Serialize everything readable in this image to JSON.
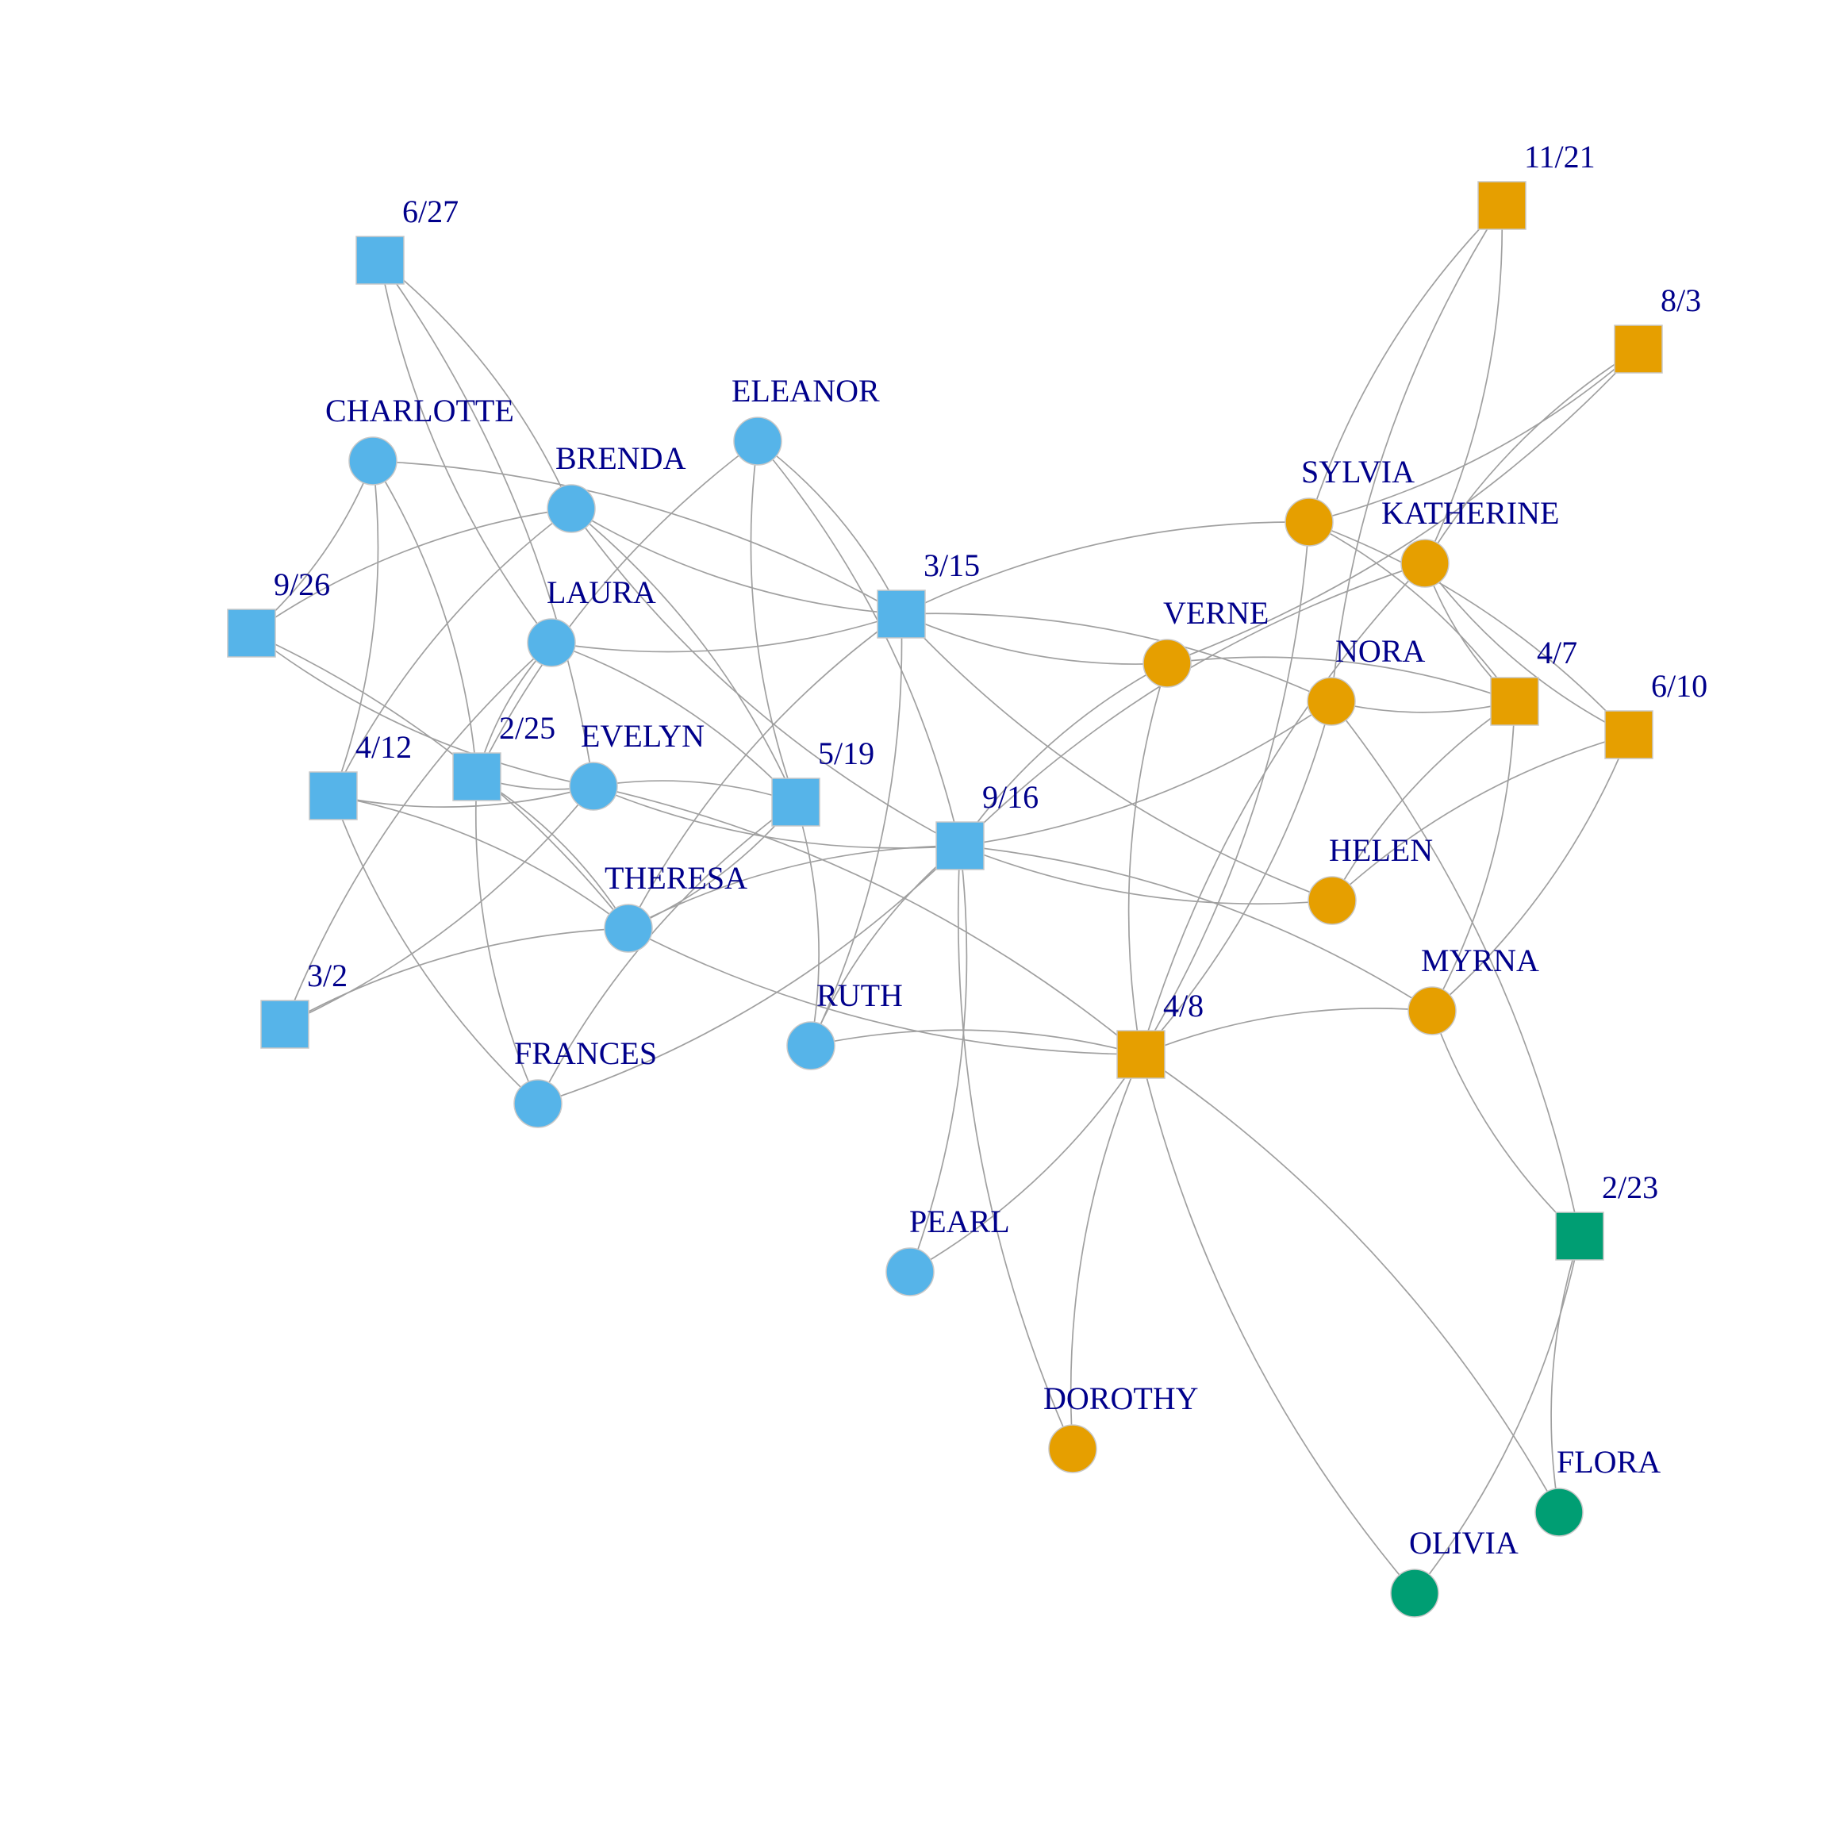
{
  "colors": {
    "blue": "#56B4E9",
    "orange": "#E69F00",
    "green": "#009E73",
    "edge": "#A0A0A0",
    "label": "#00008B"
  },
  "women": [
    {
      "id": "CHARLOTTE",
      "label": "CHARLOTTE",
      "group": "blue"
    },
    {
      "id": "BRENDA",
      "label": "BRENDA",
      "group": "blue"
    },
    {
      "id": "ELEANOR",
      "label": "ELEANOR",
      "group": "blue"
    },
    {
      "id": "LAURA",
      "label": "LAURA",
      "group": "blue"
    },
    {
      "id": "EVELYN",
      "label": "EVELYN",
      "group": "blue"
    },
    {
      "id": "THERESA",
      "label": "THERESA",
      "group": "blue"
    },
    {
      "id": "FRANCES",
      "label": "FRANCES",
      "group": "blue"
    },
    {
      "id": "RUTH",
      "label": "RUTH",
      "group": "blue"
    },
    {
      "id": "PEARL",
      "label": "PEARL",
      "group": "blue"
    },
    {
      "id": "SYLVIA",
      "label": "SYLVIA",
      "group": "orange"
    },
    {
      "id": "KATHERINE",
      "label": "KATHERINE",
      "group": "orange"
    },
    {
      "id": "VERNE",
      "label": "VERNE",
      "group": "orange"
    },
    {
      "id": "NORA",
      "label": "NORA",
      "group": "orange"
    },
    {
      "id": "HELEN",
      "label": "HELEN",
      "group": "orange"
    },
    {
      "id": "MYRNA",
      "label": "MYRNA",
      "group": "orange"
    },
    {
      "id": "DOROTHY",
      "label": "DOROTHY",
      "group": "orange"
    },
    {
      "id": "FLORA",
      "label": "FLORA",
      "group": "green"
    },
    {
      "id": "OLIVIA",
      "label": "OLIVIA",
      "group": "green"
    }
  ],
  "events": [
    {
      "id": "6/27",
      "label": "6/27",
      "group": "blue"
    },
    {
      "id": "9/26",
      "label": "9/26",
      "group": "blue"
    },
    {
      "id": "3/15",
      "label": "3/15",
      "group": "blue"
    },
    {
      "id": "4/12",
      "label": "4/12",
      "group": "blue"
    },
    {
      "id": "2/25",
      "label": "2/25",
      "group": "blue"
    },
    {
      "id": "5/19",
      "label": "5/19",
      "group": "blue"
    },
    {
      "id": "9/16",
      "label": "9/16",
      "group": "blue"
    },
    {
      "id": "3/2",
      "label": "3/2",
      "group": "blue"
    },
    {
      "id": "4/8",
      "label": "4/8",
      "group": "orange"
    },
    {
      "id": "11/21",
      "label": "11/21",
      "group": "orange"
    },
    {
      "id": "8/3",
      "label": "8/3",
      "group": "orange"
    },
    {
      "id": "4/7",
      "label": "4/7",
      "group": "orange"
    },
    {
      "id": "6/10",
      "label": "6/10",
      "group": "orange"
    },
    {
      "id": "2/23",
      "label": "2/23",
      "group": "green"
    }
  ],
  "edges": [
    [
      "6/27",
      "BRENDA"
    ],
    [
      "6/27",
      "LAURA"
    ],
    [
      "6/27",
      "EVELYN"
    ],
    [
      "9/26",
      "CHARLOTTE"
    ],
    [
      "9/26",
      "BRENDA"
    ],
    [
      "9/26",
      "EVELYN"
    ],
    [
      "9/26",
      "THERESA"
    ],
    [
      "4/12",
      "CHARLOTTE"
    ],
    [
      "4/12",
      "BRENDA"
    ],
    [
      "4/12",
      "EVELYN"
    ],
    [
      "4/12",
      "THERESA"
    ],
    [
      "4/12",
      "FRANCES"
    ],
    [
      "2/25",
      "LAURA"
    ],
    [
      "2/25",
      "EVELYN"
    ],
    [
      "2/25",
      "THERESA"
    ],
    [
      "2/25",
      "FRANCES"
    ],
    [
      "2/25",
      "ELEANOR"
    ],
    [
      "2/25",
      "CHARLOTTE"
    ],
    [
      "3/2",
      "LAURA"
    ],
    [
      "3/2",
      "EVELYN"
    ],
    [
      "3/2",
      "THERESA"
    ],
    [
      "3/15",
      "CHARLOTTE"
    ],
    [
      "3/15",
      "BRENDA"
    ],
    [
      "3/15",
      "ELEANOR"
    ],
    [
      "3/15",
      "LAURA"
    ],
    [
      "3/15",
      "THERESA"
    ],
    [
      "3/15",
      "SYLVIA"
    ],
    [
      "3/15",
      "VERNE"
    ],
    [
      "3/15",
      "NORA"
    ],
    [
      "3/15",
      "HELEN"
    ],
    [
      "3/15",
      "RUTH"
    ],
    [
      "5/19",
      "BRENDA"
    ],
    [
      "5/19",
      "ELEANOR"
    ],
    [
      "5/19",
      "EVELYN"
    ],
    [
      "5/19",
      "THERESA"
    ],
    [
      "5/19",
      "FRANCES"
    ],
    [
      "5/19",
      "RUTH"
    ],
    [
      "5/19",
      "LAURA"
    ],
    [
      "9/16",
      "BRENDA"
    ],
    [
      "9/16",
      "ELEANOR"
    ],
    [
      "9/16",
      "EVELYN"
    ],
    [
      "9/16",
      "THERESA"
    ],
    [
      "9/16",
      "FRANCES"
    ],
    [
      "9/16",
      "RUTH"
    ],
    [
      "9/16",
      "PEARL"
    ],
    [
      "9/16",
      "DOROTHY"
    ],
    [
      "9/16",
      "VERNE"
    ],
    [
      "9/16",
      "NORA"
    ],
    [
      "9/16",
      "KATHERINE"
    ],
    [
      "9/16",
      "HELEN"
    ],
    [
      "9/16",
      "MYRNA"
    ],
    [
      "4/8",
      "EVELYN"
    ],
    [
      "4/8",
      "THERESA"
    ],
    [
      "4/8",
      "RUTH"
    ],
    [
      "4/8",
      "PEARL"
    ],
    [
      "4/8",
      "DOROTHY"
    ],
    [
      "4/8",
      "VERNE"
    ],
    [
      "4/8",
      "SYLVIA"
    ],
    [
      "4/8",
      "KATHERINE"
    ],
    [
      "4/8",
      "NORA"
    ],
    [
      "4/8",
      "MYRNA"
    ],
    [
      "4/8",
      "OLIVIA"
    ],
    [
      "4/8",
      "FLORA"
    ],
    [
      "11/21",
      "SYLVIA"
    ],
    [
      "11/21",
      "KATHERINE"
    ],
    [
      "11/21",
      "NORA"
    ],
    [
      "8/3",
      "SYLVIA"
    ],
    [
      "8/3",
      "KATHERINE"
    ],
    [
      "8/3",
      "VERNE"
    ],
    [
      "4/7",
      "SYLVIA"
    ],
    [
      "4/7",
      "KATHERINE"
    ],
    [
      "4/7",
      "VERNE"
    ],
    [
      "4/7",
      "NORA"
    ],
    [
      "4/7",
      "HELEN"
    ],
    [
      "4/7",
      "MYRNA"
    ],
    [
      "6/10",
      "SYLVIA"
    ],
    [
      "6/10",
      "KATHERINE"
    ],
    [
      "6/10",
      "HELEN"
    ],
    [
      "6/10",
      "MYRNA"
    ],
    [
      "2/23",
      "NORA"
    ],
    [
      "2/23",
      "MYRNA"
    ],
    [
      "2/23",
      "FLORA"
    ],
    [
      "2/23",
      "OLIVIA"
    ]
  ]
}
